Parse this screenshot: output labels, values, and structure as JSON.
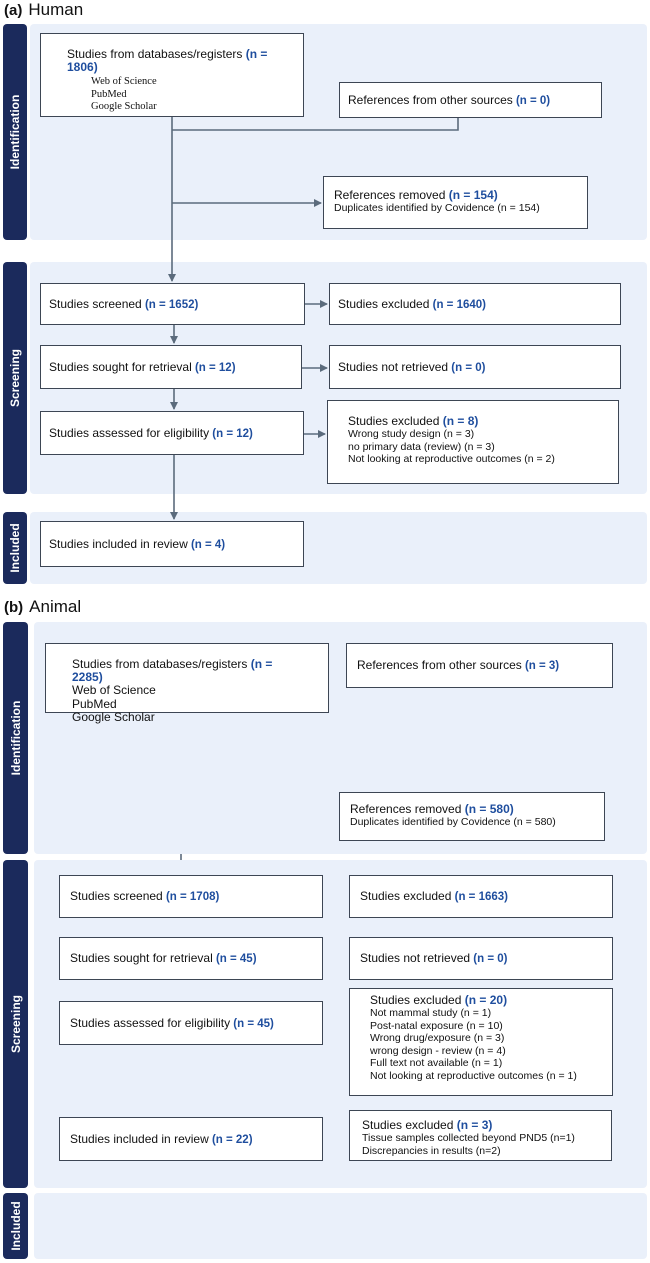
{
  "colors": {
    "band": "#eaf0fa",
    "side": "#1b2a5c",
    "count": "#1f4e9e",
    "line": "#5b6b7c"
  },
  "human": {
    "letter": "(a)",
    "title": "Human",
    "sides": {
      "identification": "Identification",
      "screening": "Screening",
      "included": "Included"
    },
    "db": {
      "label": "Studies from databases/registers",
      "count": "(n = 1806)",
      "sources": [
        "Web of Science",
        "PubMed",
        "Google Scholar"
      ]
    },
    "other": {
      "label": "References from other sources",
      "count": "(n = 0)"
    },
    "removed": {
      "label": "References removed",
      "count": "(n = 154)",
      "sub": "Duplicates identified by Covidence (n = 154)"
    },
    "screened": {
      "label": "Studies screened",
      "count": "(n = 1652)"
    },
    "excluded1": {
      "label": "Studies excluded",
      "count": "(n = 1640)"
    },
    "sought": {
      "label": "Studies sought for retrieval",
      "count": "(n = 12)"
    },
    "notretrieved": {
      "label": "Studies not retrieved",
      "count": "(n = 0)"
    },
    "assessed": {
      "label": "Studies assessed for eligibility",
      "count": "(n = 12)"
    },
    "excluded2": {
      "label": "Studies excluded",
      "count": "(n = 8)",
      "items": [
        "Wrong study design (n = 3)",
        "no primary data (review) (n = 3)",
        "Not looking at reproductive outcomes (n = 2)"
      ]
    },
    "included": {
      "label": "Studies included in review",
      "count": "(n = 4)"
    }
  },
  "animal": {
    "letter": "(b)",
    "title": "Animal",
    "sides": {
      "identification": "Identification",
      "screening": "Screening",
      "included": "Included"
    },
    "db": {
      "label": "Studies from databases/registers",
      "count": "(n = 2285)",
      "sources": [
        "Web of Science",
        "PubMed",
        "Google Scholar"
      ]
    },
    "other": {
      "label": "References from other sources",
      "count": "(n = 3)"
    },
    "removed": {
      "label": "References removed",
      "count": "(n = 580)",
      "sub": "Duplicates identified by Covidence (n = 580)"
    },
    "screened": {
      "label": "Studies screened",
      "count": "(n = 1708)"
    },
    "excluded1": {
      "label": "Studies excluded",
      "count": "(n = 1663)"
    },
    "sought": {
      "label": "Studies sought for retrieval",
      "count": "(n = 45)"
    },
    "notretrieved": {
      "label": "Studies not retrieved",
      "count": "(n = 0)"
    },
    "assessed": {
      "label": "Studies assessed for eligibility",
      "count": "(n = 45)"
    },
    "excluded2": {
      "label": "Studies excluded",
      "count": "(n = 20)",
      "items": [
        "Not mammal study (n = 1)",
        "Post-natal exposure (n = 10)",
        "Wrong drug/exposure (n = 3)",
        "wrong design - review (n = 4)",
        "Full text not available (n = 1)",
        "Not looking at reproductive outcomes (n = 1)"
      ]
    },
    "excluded3": {
      "label": "Studies excluded",
      "count": "(n = 3)",
      "items": [
        "Tissue samples collected beyond PND5 (n=1)",
        "Discrepancies in results (n=2)"
      ]
    },
    "included": {
      "label": "Studies included in review",
      "count": "(n = 22)"
    }
  }
}
